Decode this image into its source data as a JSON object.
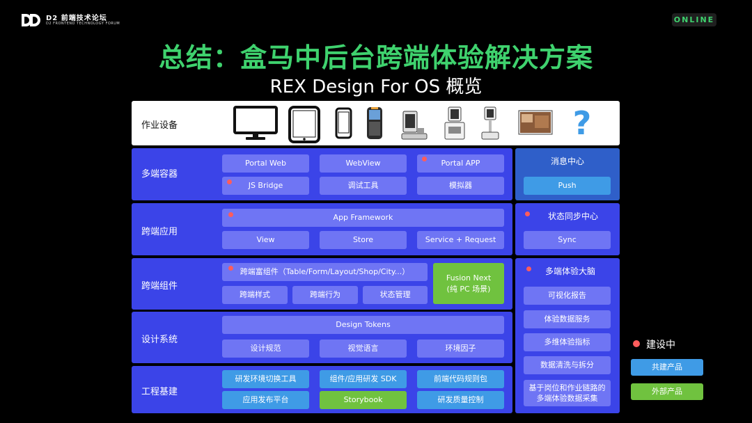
{
  "header": {
    "logo_main": "D2 前端技术论坛",
    "logo_sub": "D2 FRONTEND TECHNOLOGY FORUM",
    "badge": "ONLINE"
  },
  "title": "总结：盒马中后台跨端体验解决方案",
  "subtitle": "REX Design For OS 概览",
  "devices_row": {
    "label": "作业设备",
    "icons": [
      "monitor-icon",
      "tablet-icon",
      "phone-icon",
      "handheld-scanner-icon",
      "pos-terminal-icon",
      "kiosk-icon",
      "scale-icon",
      "display-screen-icon",
      "question-mark-icon"
    ],
    "question": "?"
  },
  "rows": {
    "container": {
      "label": "多端容器",
      "items": [
        "Portal Web",
        "WebView",
        "Portal APP",
        "JS Bridge",
        "调试工具",
        "模拟器"
      ]
    },
    "app": {
      "label": "跨端应用",
      "items": [
        "App Framework",
        "View",
        "Store",
        "Service + Request"
      ]
    },
    "components": {
      "label": "跨端组件",
      "items": [
        "跨端富组件（Table/Form/Layout/Shop/City...）",
        "跨端样式",
        "跨端行为",
        "状态管理"
      ],
      "fusion_line1": "Fusion Next",
      "fusion_line2": "(纯 PC 场景)"
    },
    "design": {
      "label": "设计系统",
      "items": [
        "Design Tokens",
        "设计规范",
        "视觉语言",
        "环境因子"
      ]
    },
    "infra": {
      "label": "工程基建",
      "items": [
        "研发环境切换工具",
        "组件/应用研发 SDK",
        "前端代码规则包",
        "应用发布平台",
        "Storybook",
        "研发质量控制"
      ]
    }
  },
  "side": {
    "message": {
      "title": "消息中心",
      "item": "Push"
    },
    "sync": {
      "title": "状态同步中心",
      "item": "Sync"
    },
    "brain": {
      "title": "多端体验大脑",
      "items": [
        "可视化报告",
        "体验数据服务",
        "多维体验指标",
        "数据清洗与拆分"
      ],
      "last_line1": "基于岗位和作业链路的",
      "last_line2": "多端体验数据采集"
    }
  },
  "legend": {
    "building": "建设中",
    "shared": "共建产品",
    "external": "外部产品"
  },
  "colors": {
    "title_green": "#3fd26e",
    "row_blue": "#3b44e8",
    "chip_purple": "#6f75f4",
    "chip_green": "#70c23f",
    "chip_sky": "#3f9be6",
    "dot_red": "#ff5c5c"
  }
}
